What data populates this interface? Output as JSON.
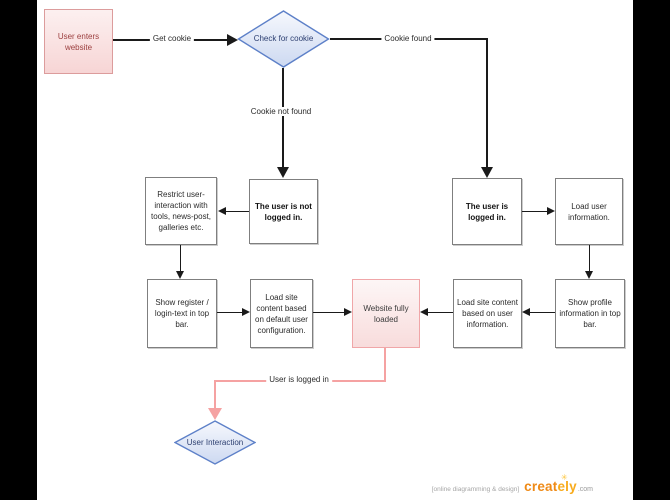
{
  "nodes": {
    "user_enters": "User enters website",
    "check_cookie": "Check for cookie",
    "not_logged_in": "The user is not logged in.",
    "restrict": "Restrict user-interaction with tools, news-post, galleries etc.",
    "logged_in": "The user is logged in.",
    "load_user_info": "Load user information.",
    "show_register": "Show register / login-text in top bar.",
    "load_site_default": "Load site content based on default user configuration.",
    "website_loaded": "Website fully loaded",
    "load_site_user": "Load site content based on user information.",
    "show_profile": "Show profile information in top bar.",
    "user_interaction": "User Interaction"
  },
  "edge_labels": {
    "get_cookie": "Get cookie",
    "cookie_found": "Cookie found",
    "cookie_not_found": "Cookie not found",
    "user_logged_in": "User is logged in"
  },
  "footer": {
    "credit": "[online diagramming & design]",
    "brand_head": "creat",
    "brand_tail": "ely",
    "tld": ".com",
    "sparkle": "✳"
  },
  "colors": {
    "pink_border": "#dc9c9c",
    "pink_fill": "#f7d5d5",
    "pink_connector": "#f5a2a2",
    "blue_border": "#5d80c8",
    "blue_fill": "#cdd9f1",
    "brand_orange": "#ef8a16",
    "letterbox": "#000000"
  }
}
